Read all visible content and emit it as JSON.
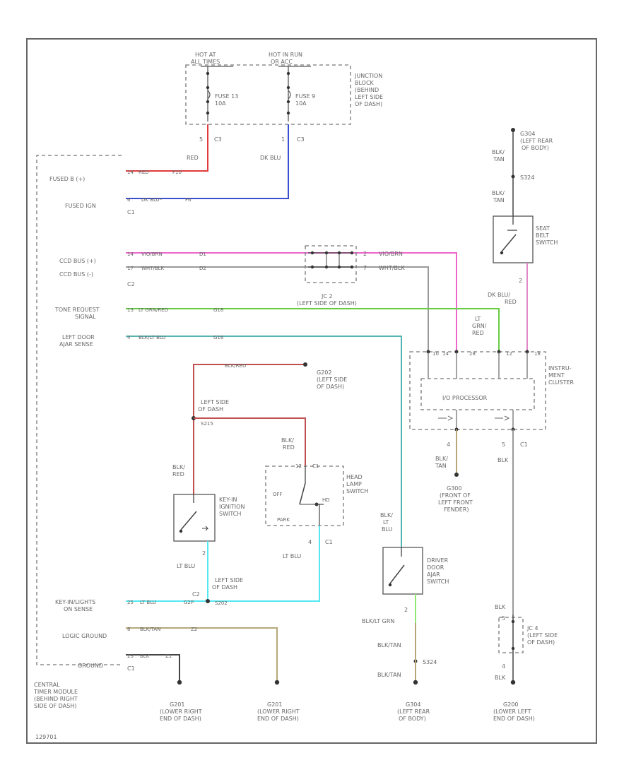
{
  "colors": {
    "red": "#e03a3a",
    "dk_blu": "#3a4fd0",
    "pink": "#ee66cc",
    "gray": "#9a9a9a",
    "green": "#66cc44",
    "teal": "#55b3b3",
    "dk_red": "#c05050",
    "cyan": "#55e8f0",
    "tan": "#b5a878",
    "dark": "#444444",
    "black": "#111111"
  },
  "junction_block": {
    "hot_left": [
      "HOT AT",
      "ALL TIMES"
    ],
    "hot_right": [
      "HOT IN RUN",
      "OR ACC"
    ],
    "fuse_left": [
      "FUSE 13",
      "10A"
    ],
    "fuse_right": [
      "FUSE 9",
      "10A"
    ],
    "label": [
      "JUNCTION",
      "BLOCK",
      "(BEHIND",
      "LEFT SIDE",
      "OF DASH)"
    ],
    "pin_left": "5",
    "conn_left": "C3",
    "pin_right": "1",
    "conn_right": "C3",
    "wire_left": "RED",
    "wire_right": "DK BLU"
  },
  "ctm_rows": [
    {
      "label": [
        "FUSED B (+)"
      ],
      "pin": "14",
      "color": "RED",
      "circuit": "F10"
    },
    {
      "label": [
        "FUSED IGN"
      ],
      "pin": "6",
      "color": "DK BLU*",
      "circuit": "F6",
      "conn": "C1"
    },
    {
      "label": [
        "CCD BUS (+)"
      ],
      "pin": "14",
      "color": "VIO/BRN",
      "circuit": "D1"
    },
    {
      "label": [
        "CCD BUS (-)"
      ],
      "pin": "17",
      "color": "WHT/BLK",
      "circuit": "D2",
      "conn": "C2"
    },
    {
      "label": [
        "TONE REQUEST",
        "SIGNAL"
      ],
      "pin": "13",
      "color": "LT GRN/RED",
      "circuit": "G18"
    },
    {
      "label": [
        "LEFT DOOR",
        "AJAR SENSE"
      ],
      "pin": "4",
      "color": "BLK/LT BLU",
      "circuit": "G16"
    },
    {
      "label": [
        "KEY-IN/LIGHTS",
        "ON SENSE"
      ],
      "pin": "25",
      "color": "LT BLU",
      "circuit": "G2P",
      "conn": "C2"
    },
    {
      "label": [
        "LOGIC GROUND"
      ],
      "pin": "8",
      "color": "BLK/TAN",
      "circuit": "Z2"
    },
    {
      "label": [
        "GROUND"
      ],
      "pin": "23",
      "color": "BLK",
      "circuit": "Z1",
      "conn": "C1"
    }
  ],
  "ctm_label": [
    "CENTRAL",
    "TIMER MODULE",
    "(BEHIND RIGHT",
    "SIDE OF DASH)"
  ],
  "jc2": {
    "label": "JC 2",
    "location": "(LEFT SIDE OF DASH)",
    "pin_a": "2",
    "pin_b": "7",
    "wire_a": "VIO/BRN",
    "wire_b": "WHT/BLK"
  },
  "g304": {
    "name": "G304",
    "loc": [
      "(LEFT REAR",
      "OF BODY)"
    ]
  },
  "seat_belt": {
    "wire1": [
      "BLK/",
      "TAN"
    ],
    "splice": "S324",
    "wire2": [
      "BLK/",
      "TAN"
    ],
    "label": [
      "SEAT",
      "BELT",
      "SWITCH"
    ],
    "pin": "2",
    "wire3": [
      "DK BLU/",
      "RED"
    ]
  },
  "cluster": {
    "wire_lt": [
      "LT",
      "GRN/",
      "RED"
    ],
    "pins": [
      "10",
      "14",
      "28",
      "12",
      "18"
    ],
    "label": [
      "INSTRU-",
      "MENT",
      "CLUSTER"
    ],
    "processor": "I/O PROCESSOR",
    "pin_l": "4",
    "pin_r": "5",
    "conn": "C1",
    "wire_l": [
      "BLK/",
      "TAN"
    ],
    "wire_r": "BLK"
  },
  "g300": {
    "name": "G300",
    "loc": [
      "(FRONT OF",
      "LEFT FRONT",
      "FENDER)"
    ]
  },
  "g202": {
    "name": "G202",
    "loc": [
      "(LEFT SIDE",
      "OF DASH)"
    ],
    "wire": "BLK/RED"
  },
  "splice_s215": {
    "loc": [
      "LEFT SIDE",
      "OF DASH"
    ],
    "name": "S215"
  },
  "headlamp": {
    "wire": [
      "BLK/",
      "RED"
    ],
    "pin_top": "12",
    "conn_top": "C1",
    "off": "OFF",
    "hd": "HD",
    "park": "PARK",
    "label": [
      "HEAD",
      "LAMP",
      "SWITCH"
    ],
    "pin": "4",
    "conn": "C1",
    "wire_out": "LT BLU"
  },
  "key_switch": {
    "wire": [
      "BLK/",
      "RED"
    ],
    "label": [
      "KEY-IN",
      "IGNITION",
      "SWITCH"
    ],
    "pin": "2",
    "wire_out": "LT BLU"
  },
  "splice_s202": {
    "loc": [
      "LEFT SIDE",
      "OF DASH"
    ],
    "name": "S202"
  },
  "door_switch": {
    "wire": [
      "BLK/",
      "LT",
      "BLU"
    ],
    "label": [
      "DRIVER",
      "DOOR",
      "AJAR",
      "SWITCH"
    ],
    "pin": "2",
    "wire_out": "BLK/LT GRN",
    "wire_g1": "BLK/TAN",
    "splice": "S324",
    "wire_g2": "BLK/TAN"
  },
  "jc4": {
    "wire_top": "BLK",
    "pin_top": "5",
    "label": "JC 4",
    "loc": [
      "(LEFT SIDE",
      "OF DASH)"
    ],
    "pin_bot": "4",
    "wire_bot": "BLK"
  },
  "grounds_bottom": [
    {
      "name": "G201",
      "loc": [
        "(LOWER RIGHT",
        "END OF DASH)"
      ]
    },
    {
      "name": "G201",
      "loc": [
        "(LOWER RIGHT",
        "END OF DASH)"
      ]
    },
    {
      "name": "G304",
      "loc": [
        "(LEFT REAR",
        "OF BODY)"
      ]
    },
    {
      "name": "G200",
      "loc": [
        "(LOWER LEFT",
        "END OF DASH)"
      ]
    }
  ],
  "figure_id": "129701"
}
